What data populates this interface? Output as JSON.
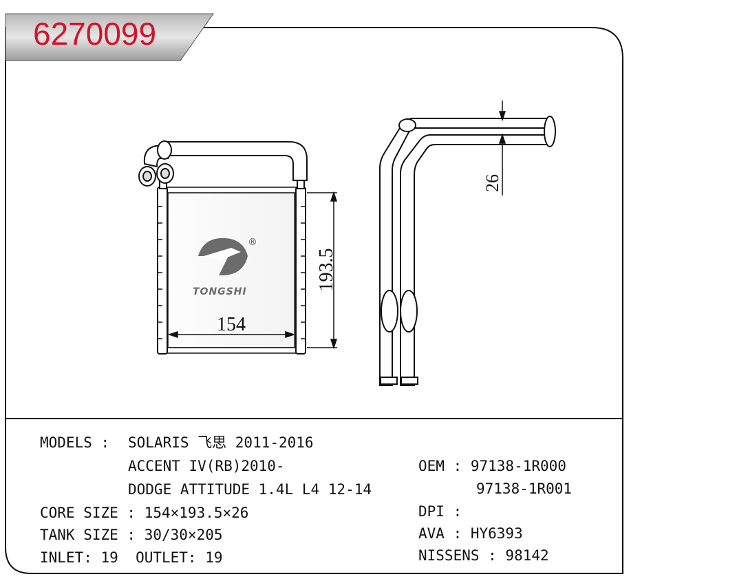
{
  "part_number": "6270099",
  "logo": {
    "brand": "TONGSHI",
    "registered": "®"
  },
  "dimensions": {
    "width": "154",
    "height": "193.5",
    "pipe_depth": "26"
  },
  "specs": {
    "models_label": "MODELS :",
    "models": [
      "SOLARIS 飞思 2011-2016",
      "ACCENT IV(RB)2010-",
      "DODGE ATTITUDE 1.4L L4 12-14"
    ],
    "core_size": "CORE SIZE : 154×193.5×26",
    "tank_size": "TANK SIZE : 30/30×205",
    "inlet_outlet": "INLET: 19  OUTLET: 19",
    "oem_label": "OEM : 97138-1R000",
    "oem_extra": "97138-1R001",
    "dpi": "DPI :",
    "ava": "AVA : HY6393",
    "nissens": "NISSENS : 98142"
  },
  "colors": {
    "accent": "#d0152a",
    "tab_gray": "#9a9a9a",
    "line": "#111111"
  }
}
